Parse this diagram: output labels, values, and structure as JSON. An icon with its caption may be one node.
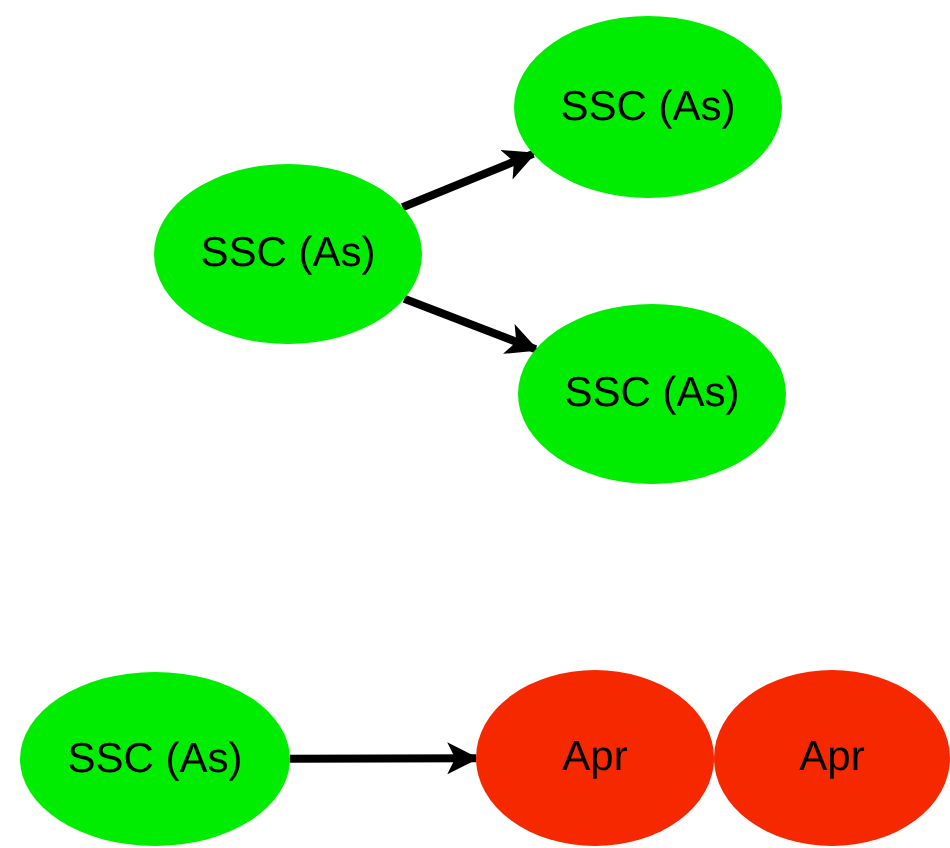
{
  "diagram": {
    "nodes": [
      {
        "text": [
          "SSC (As)"
        ]
      },
      {
        "text": [
          "SSC (As)"
        ]
      },
      {
        "text": [
          "SSC (As)"
        ]
      },
      {
        "text": [
          "SSC (As)"
        ]
      },
      {
        "text": [
          "Apr"
        ]
      },
      {
        "text": [
          "Apr"
        ]
      }
    ],
    "edges": [
      {
        "from": 0,
        "to": 1,
        "arrow": "to"
      },
      {
        "from": 0,
        "to": 2,
        "arrow": "to"
      },
      {
        "from": 3,
        "to": 4,
        "arrow": "to"
      }
    ]
  }
}
